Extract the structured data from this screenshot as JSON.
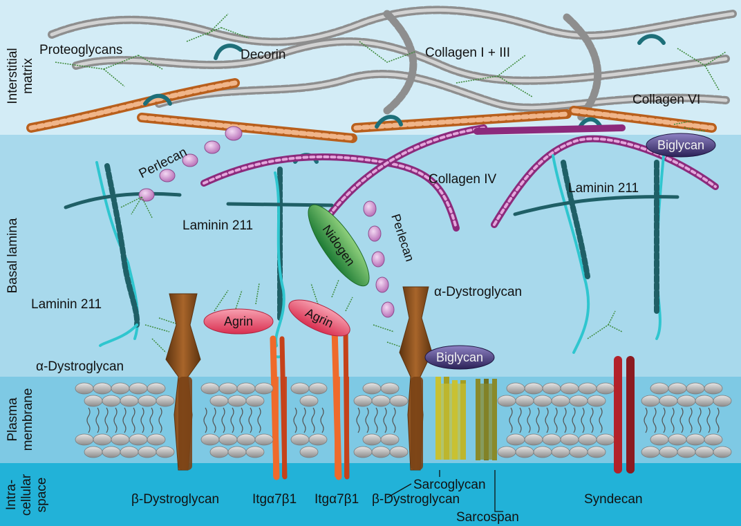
{
  "zones": {
    "interstitial": [
      "Interstitial",
      "matrix"
    ],
    "basal": "Basal lamina",
    "plasma": [
      "Plasma",
      "membrane"
    ],
    "intra": [
      "Intra-",
      "cellular",
      "space"
    ]
  },
  "labels": {
    "proteoglycans": "Proteoglycans",
    "decorin": "Decorin",
    "collagen_1_3": "Collagen I + III",
    "collagen_6": "Collagen VI",
    "perlecan_top": "Perlecan",
    "collagen_4": "Collagen IV",
    "laminin_right": "Laminin 211",
    "laminin_mid": "Laminin 211",
    "laminin_left": "Laminin 211",
    "a_dystro_right": "α-Dystroglycan",
    "a_dystro_left": "α-Dystroglycan",
    "b_dystro_left": "β-Dystroglycan",
    "itg1": "Itgα7β1",
    "itg2": "Itgα7β1",
    "b_dystro_right": "β-Dystroglycan",
    "sarcoglycan": "Sarcoglycan",
    "sarcospan": "Sarcospan",
    "syndecan": "Syndecan"
  },
  "inline": {
    "agrin1": "Agrin",
    "agrin2": "Agrin",
    "nidogen": "Nidogen",
    "perlecan_v": "Perlecan",
    "biglycan_top": "Biglycan",
    "biglycan_bottom": "Biglycan"
  },
  "colors": {
    "interstitial_bg": "#d3ecf6",
    "basal_bg": "#a8d9ec",
    "plasma_bg": "#7ec9e4",
    "intra_bg": "#22b2d8",
    "collagen_grey": "#9a9a9a",
    "collagen_orange": "#d77b2e",
    "collagen_iv": "#9b2f8a",
    "laminin_dark": "#1f5f66",
    "laminin_cyan": "#2fc6cf",
    "dystroglycan": "#8a4f1b",
    "integrin": "#ef6a2b",
    "agrin": "#e8405e",
    "nidogen": "#2e9c45",
    "perlecan_bead": "#d9a6d9",
    "biglycan": "#3a2e6e",
    "sarcoglycan": "#b9b128",
    "syndecan": "#b3222a",
    "lipid_head": "#b9b9b9"
  }
}
